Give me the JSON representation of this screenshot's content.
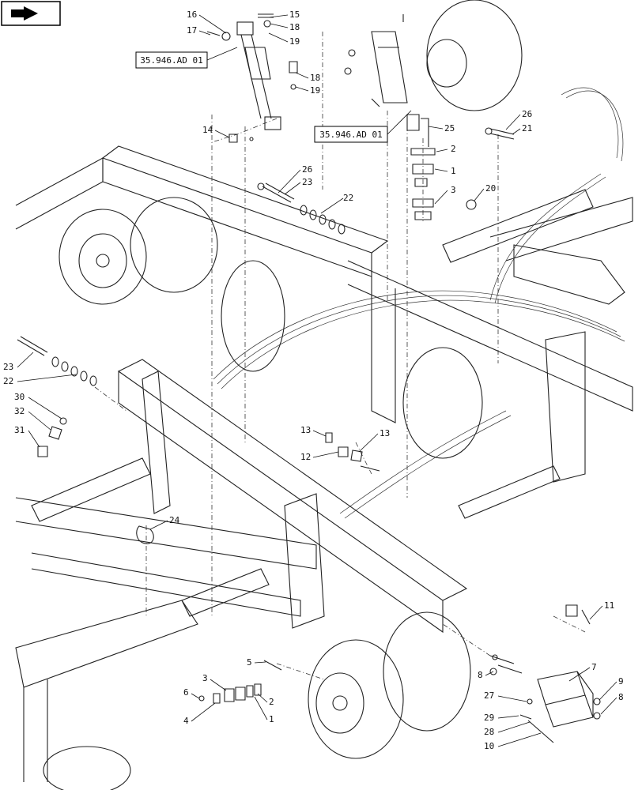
{
  "nav_icon": "back-arrow-icon",
  "reference_labels": [
    "35.946.AD 01",
    "35.946.AD 01"
  ],
  "callouts": [
    "16",
    "15",
    "17",
    "18",
    "19",
    "18",
    "19",
    "14",
    "26",
    "23",
    "22",
    "25",
    "2",
    "1",
    "3",
    "20",
    "26",
    "21",
    "23",
    "22",
    "30",
    "32",
    "31",
    "13",
    "12",
    "13",
    "24",
    "11",
    "5",
    "3",
    "6",
    "2",
    "4",
    "1",
    "8",
    "7",
    "9",
    "27",
    "8",
    "29",
    "28",
    "10"
  ]
}
